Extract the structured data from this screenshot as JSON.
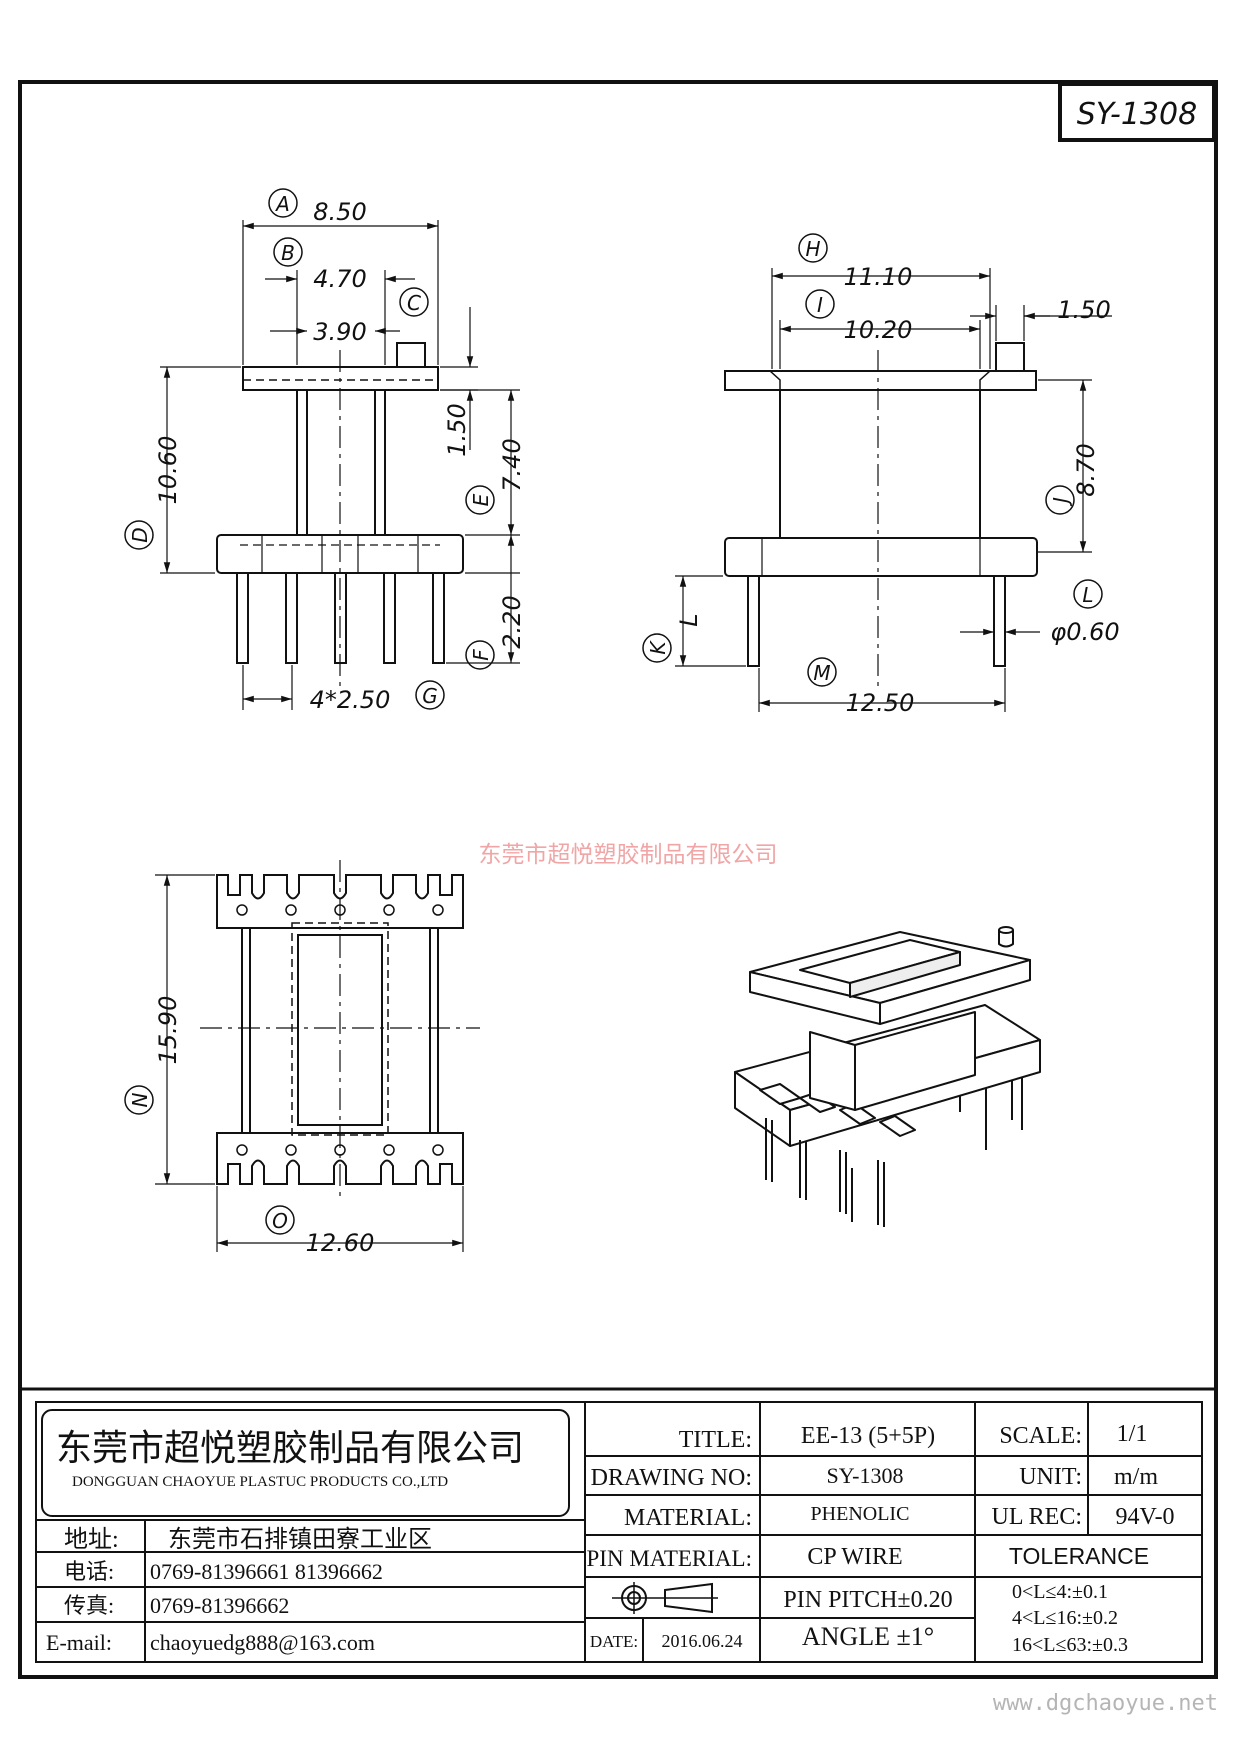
{
  "part_number": "SY-1308",
  "watermark_company": "东莞市超悦塑胶制品有限公司",
  "website": "www.dgchaoyue.net",
  "front_view": {
    "A_label": "A",
    "A_value": "8.50",
    "B_label": "B",
    "B_value": "4.70",
    "C_label": "C",
    "inner_value": "3.90",
    "D_label": "D",
    "D_value": "10.60",
    "E_label": "E",
    "E_value": "7.40",
    "top_flange_value": "1.50",
    "F_label": "F",
    "F_value": "2.20",
    "G_label": "G",
    "G_value": "4*2.50"
  },
  "side_view": {
    "H_label": "H",
    "H_value": "11.10",
    "I_label": "I",
    "I_value": "10.20",
    "peg_value": "1.50",
    "J_label": "J",
    "J_value": "8.70",
    "K_label": "K",
    "K_value": "L",
    "L_label": "L",
    "L_value": "φ0.60",
    "M_label": "M",
    "M_value": "12.50"
  },
  "top_view": {
    "N_label": "N",
    "N_value": "15.90",
    "O_label": "O",
    "O_value": "12.60"
  },
  "title_block": {
    "company_cn": "东莞市超悦塑胶制品有限公司",
    "company_en": "DONGGUAN CHAOYUE PLASTUC PRODUCTS CO.,LTD",
    "address_label": "地址:",
    "address_value": "东莞市石排镇田寮工业区",
    "phone_label": "电话:",
    "phone_value": "0769-81396661   81396662",
    "fax_label": "传真:",
    "fax_value": "0769-81396662",
    "email_label": "E-mail:",
    "email_value": "chaoyuedg888@163.com",
    "title_label": "TITLE:",
    "title_value": "EE-13 (5+5P)",
    "drawing_no_label": "DRAWING NO:",
    "drawing_no_value": "SY-1308",
    "material_label": "MATERIAL:",
    "material_value": "PHENOLIC",
    "pin_material_label": "PIN MATERIAL:",
    "pin_material_value": "CP WIRE",
    "pin_pitch": "PIN PITCH±0.20",
    "angle": "ANGLE  ±1°",
    "date_label": "DATE:",
    "date_value": "2016.06.24",
    "scale_label": "SCALE:",
    "scale_value": "1/1",
    "unit_label": "UNIT:",
    "unit_value": "m/m",
    "ul_label": "UL REC:",
    "ul_value": "94V-0",
    "tolerance_label": "TOLERANCE",
    "tolerance_1": "0<L≤4:±0.1",
    "tolerance_2": "4<L≤16:±0.2",
    "tolerance_3": "16<L≤63:±0.3"
  }
}
